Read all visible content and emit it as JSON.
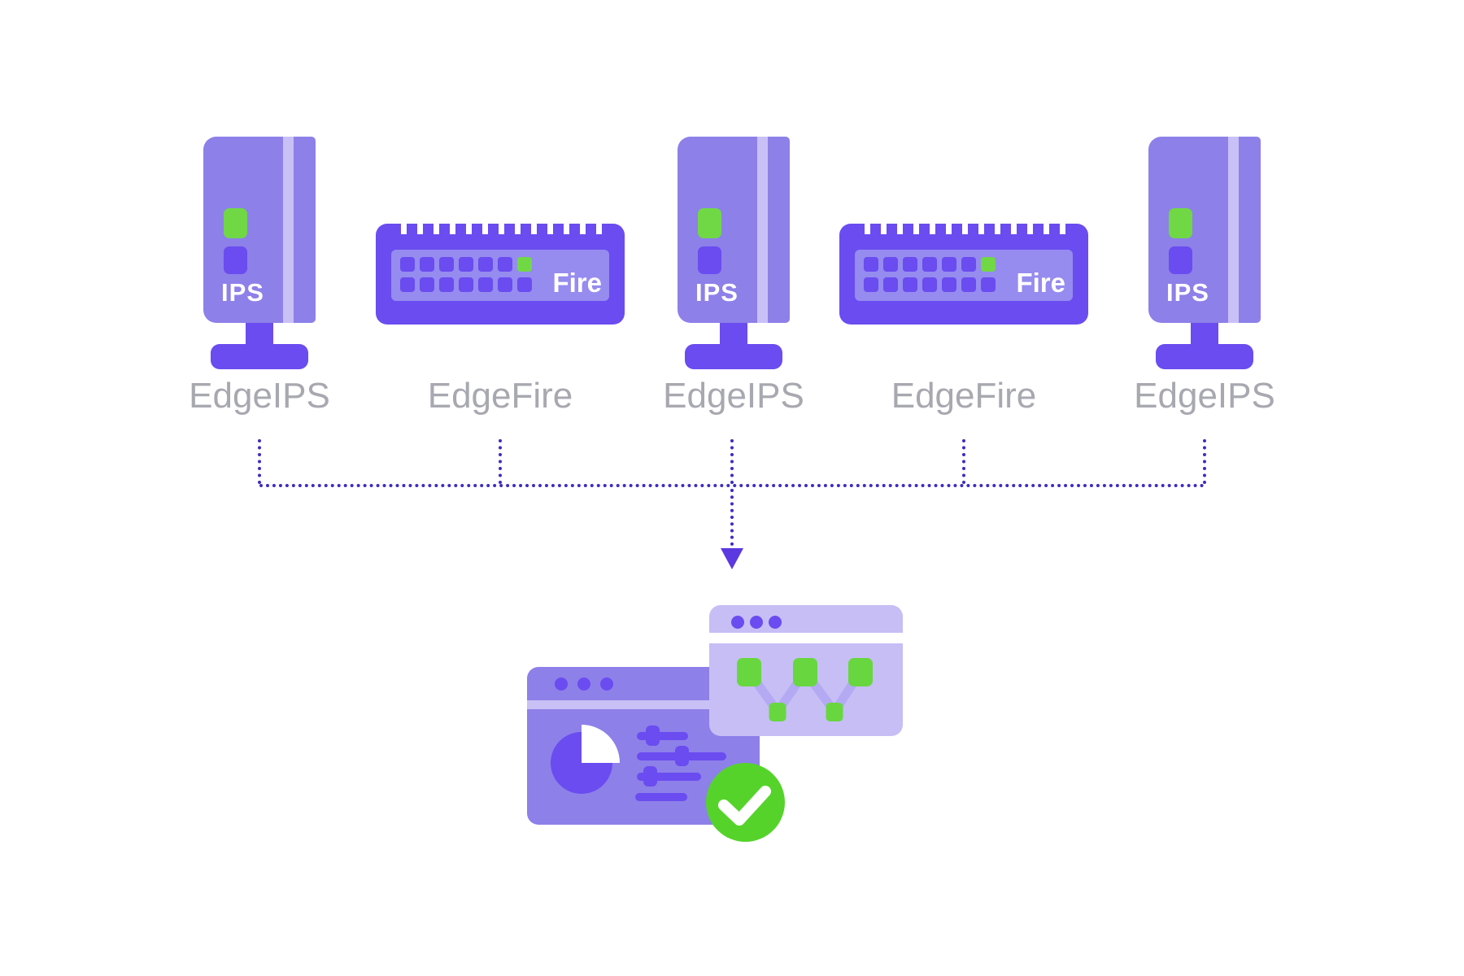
{
  "colors": {
    "background": "#ffffff",
    "device_body": "#8d80e9",
    "device_stripe": "#c9c1f6",
    "accent_purple": "#6a4cf0",
    "panel_purple": "#968bef",
    "led_green": "#70d845",
    "graph_green": "#68d73f",
    "check_green": "#55d32b",
    "label_gray": "#a8a8b0",
    "dot_indigo": "#3e2cc0",
    "arrow_purple": "#5b38e0",
    "window_lavender": "#c6bef5",
    "zigzag_lavender": "#b4aaf3",
    "white": "#ffffff"
  },
  "devices": [
    {
      "type": "tower",
      "badge": "IPS",
      "label": "EdgeIPS"
    },
    {
      "type": "rack",
      "badge": "Fire",
      "label": "EdgeFire"
    },
    {
      "type": "tower",
      "badge": "IPS",
      "label": "EdgeIPS"
    },
    {
      "type": "rack",
      "badge": "Fire",
      "label": "EdgeFire"
    },
    {
      "type": "tower",
      "badge": "IPS",
      "label": "EdgeIPS"
    }
  ],
  "connector": {
    "style": "dotted",
    "arrow_direction": "down"
  },
  "console": {
    "windows": [
      {
        "name": "dashboard-window",
        "icons": [
          "window-dots",
          "pie-chart",
          "sliders"
        ]
      },
      {
        "name": "analytics-window",
        "icons": [
          "window-dots",
          "node-graph"
        ]
      }
    ],
    "status_icon": "check-circle"
  }
}
